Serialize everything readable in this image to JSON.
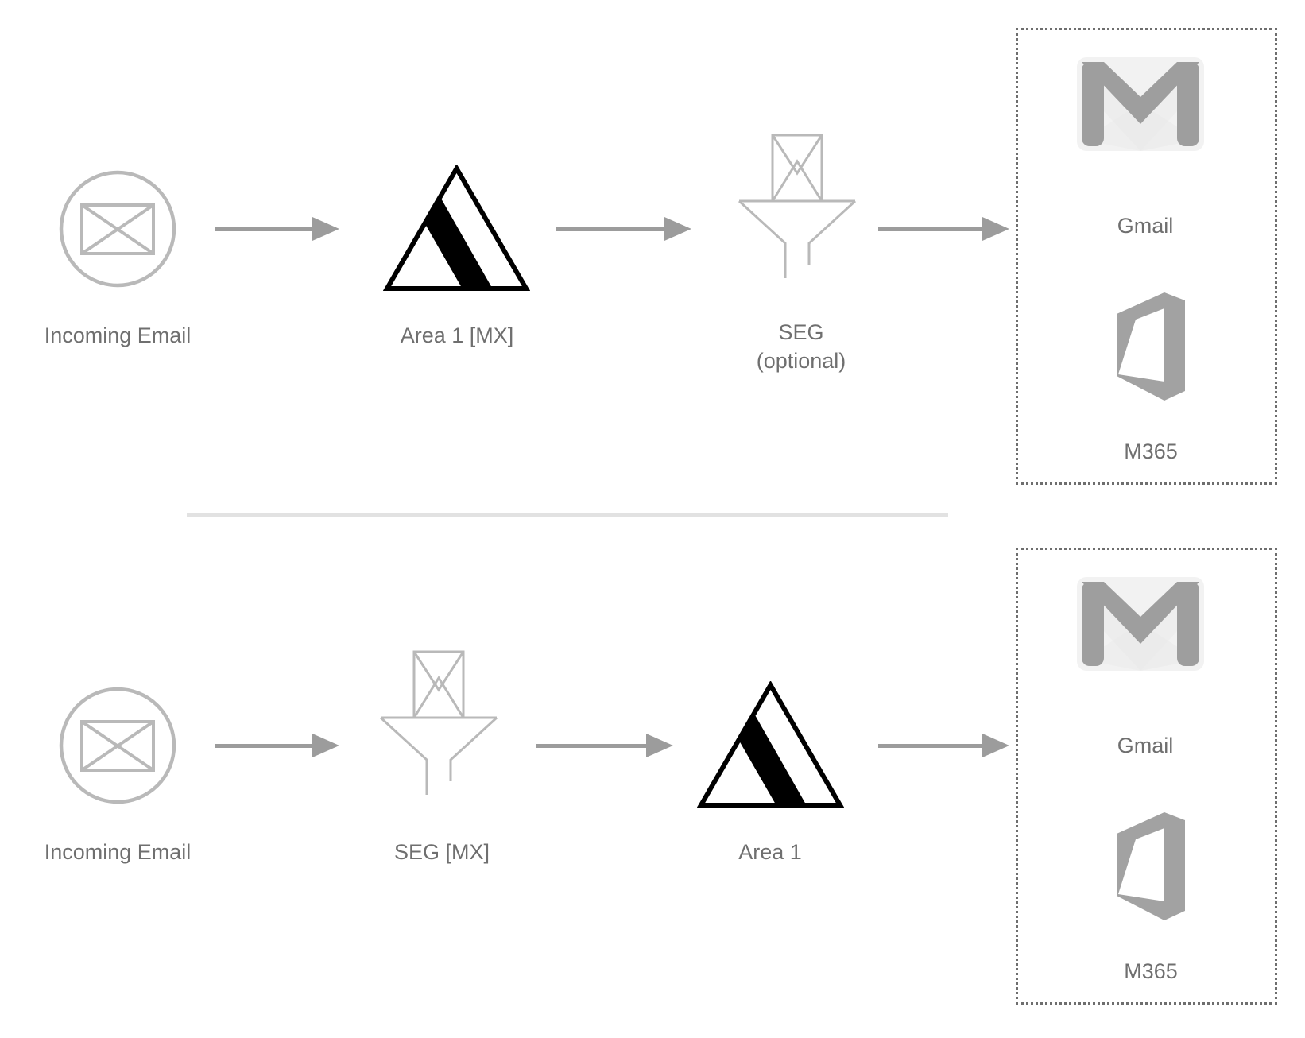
{
  "colors": {
    "background": "#ffffff",
    "arrow": "#9c9c9c",
    "label_text": "#6f6f6f",
    "light_stroke": "#b9b9b9",
    "dotted_border": "#6e6e6e",
    "divider": "#e2e2e2",
    "gmail_gray": "#9e9e9e",
    "gmail_body": "#f2f2f2",
    "gmail_shade": "#e9e9e9",
    "m365_gray": "#a2a2a2",
    "logo_black": "#000000"
  },
  "flow1": {
    "source": {
      "label": "Incoming Email",
      "icon": "incoming-email-icon"
    },
    "step1": {
      "label": "Area 1 [MX]",
      "icon": "area1-logo-icon"
    },
    "step2": {
      "label": "SEG",
      "sublabel": "(optional)",
      "icon": "seg-funnel-icon"
    },
    "destinations": {
      "gmail": {
        "label": "Gmail",
        "icon": "gmail-icon"
      },
      "m365": {
        "label": "M365",
        "icon": "m365-icon"
      }
    }
  },
  "flow2": {
    "source": {
      "label": "Incoming Email",
      "icon": "incoming-email-icon"
    },
    "step1": {
      "label": "SEG [MX]",
      "icon": "seg-funnel-icon"
    },
    "step2": {
      "label": "Area 1",
      "icon": "area1-logo-icon"
    },
    "destinations": {
      "gmail": {
        "label": "Gmail",
        "icon": "gmail-icon"
      },
      "m365": {
        "label": "M365",
        "icon": "m365-icon"
      }
    }
  }
}
